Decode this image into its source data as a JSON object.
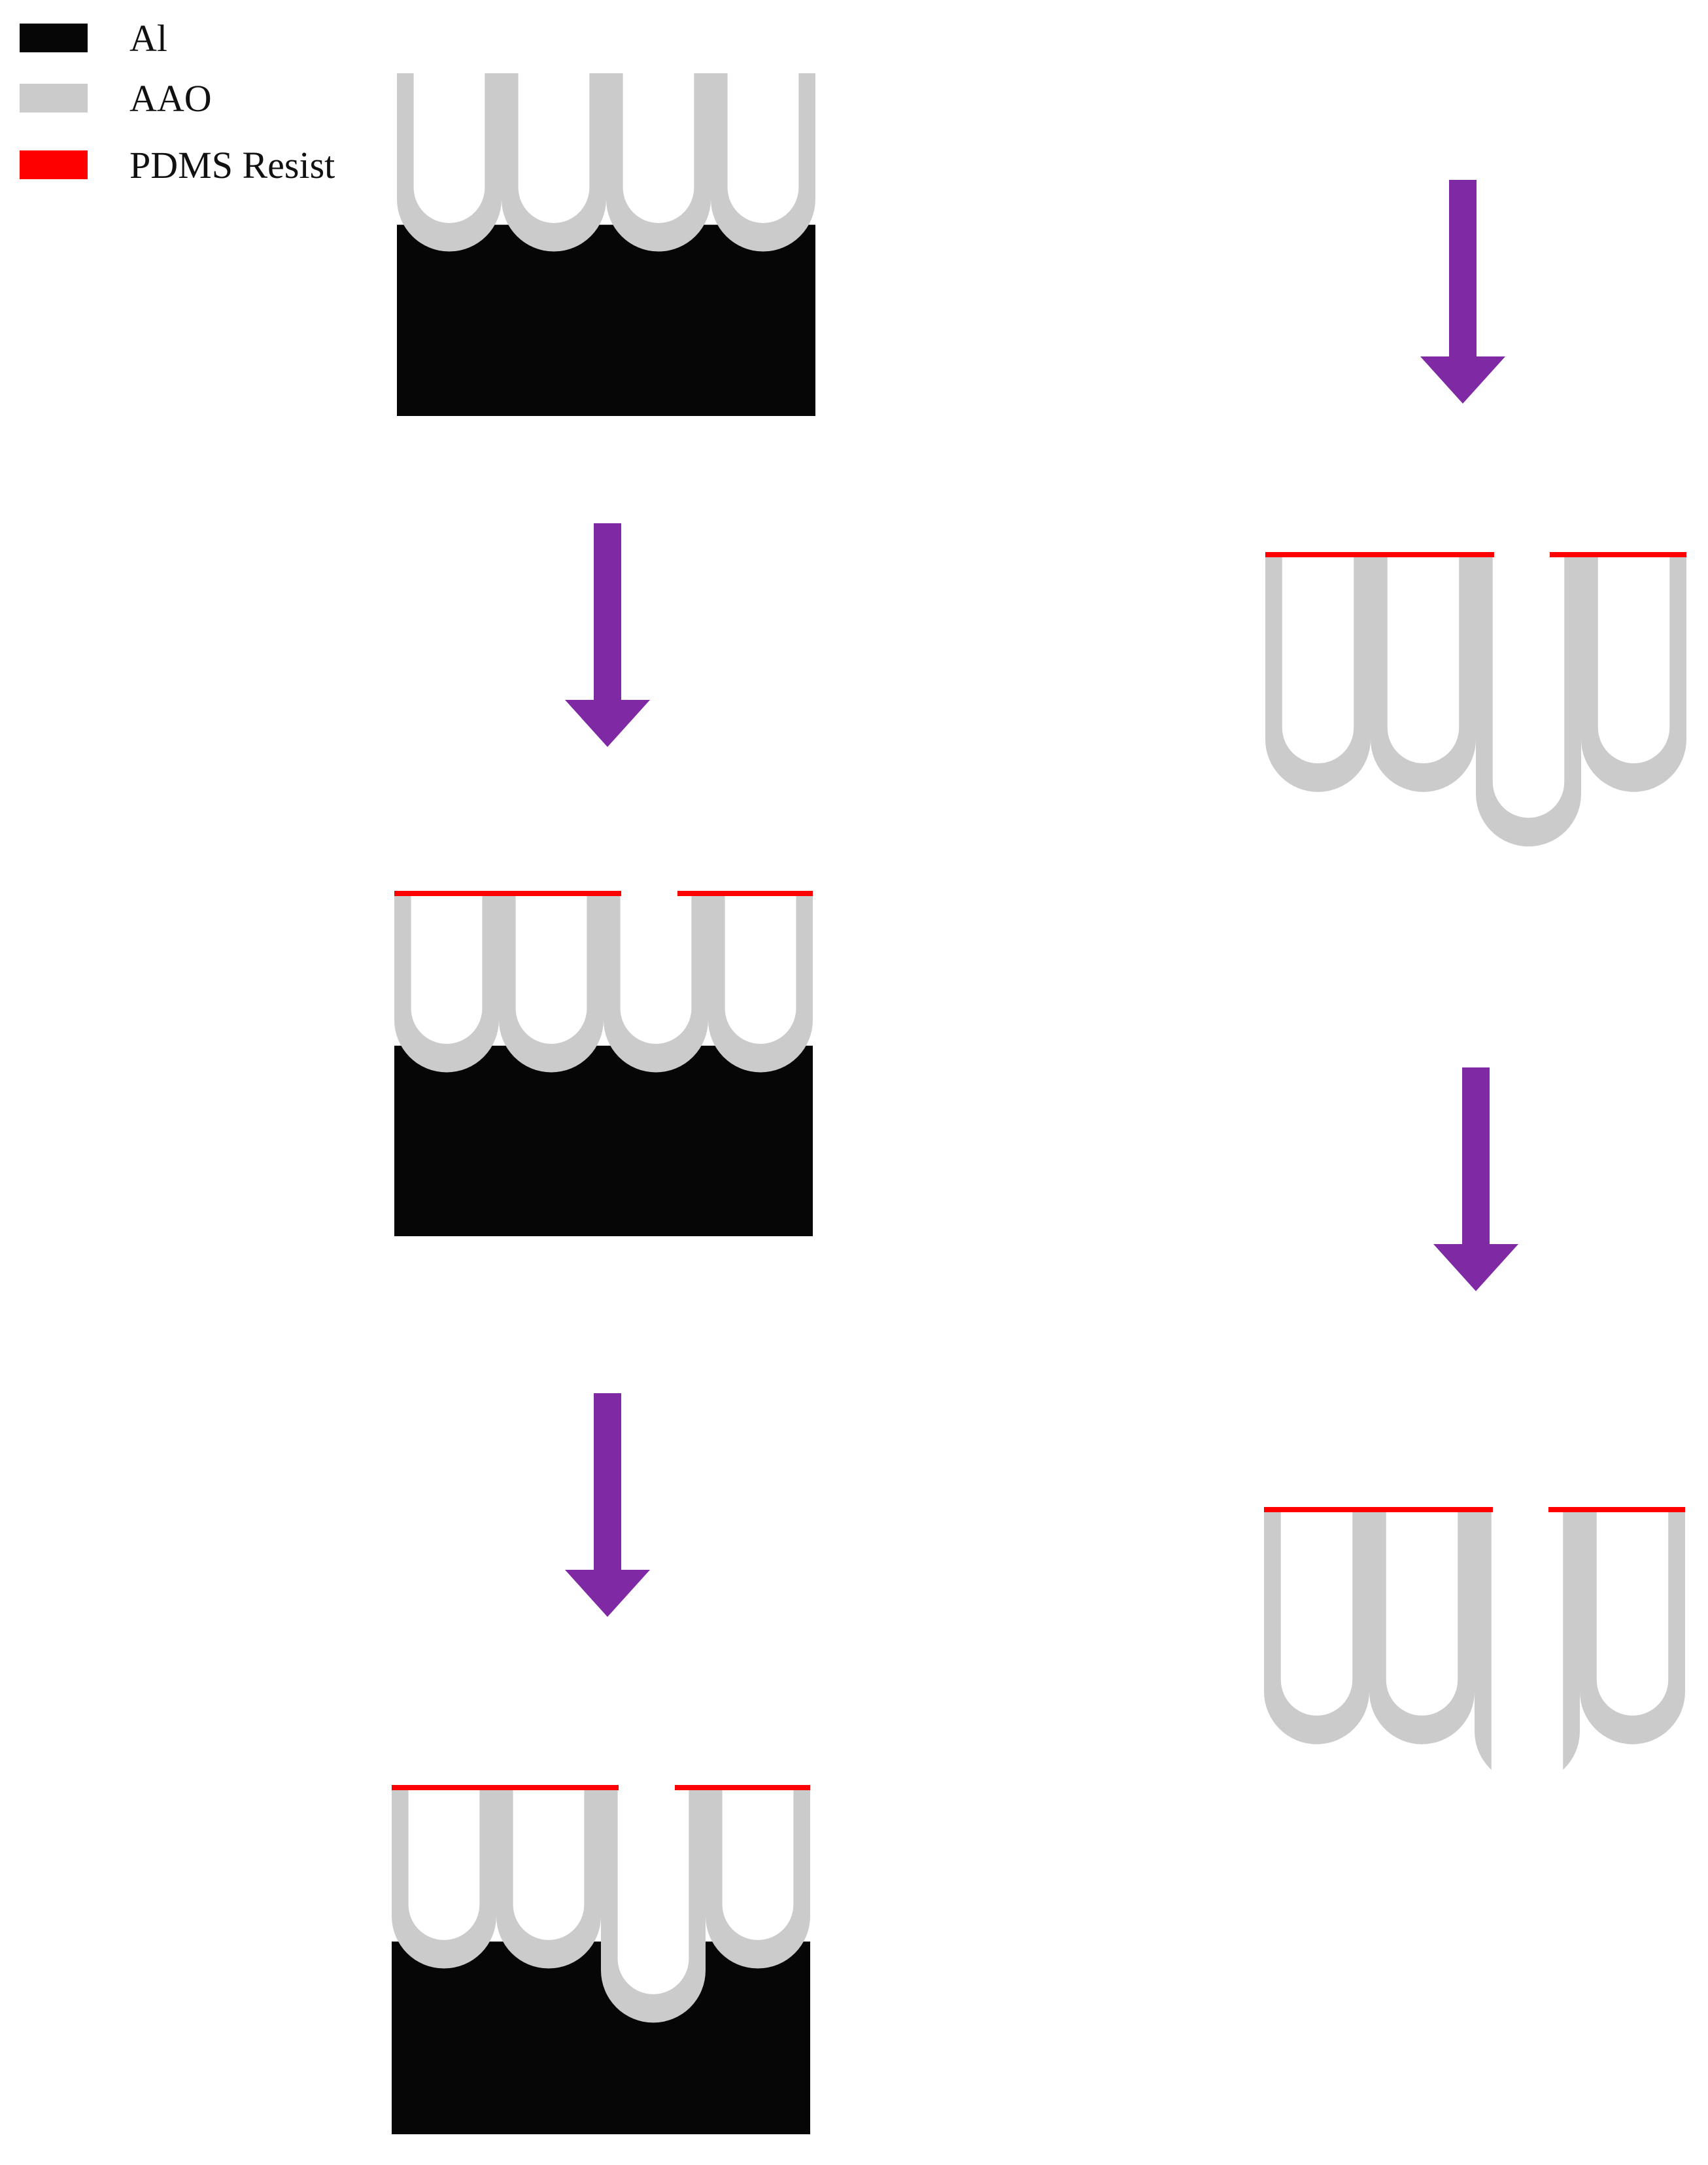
{
  "legend": {
    "items": [
      {
        "label": "Al",
        "color": "#060606"
      },
      {
        "label": "AAO",
        "color": "#cbcbcb"
      },
      {
        "label": "PDMS Resist",
        "color": "#ff0000"
      }
    ]
  },
  "colors": {
    "aluminum": "#060606",
    "aao": "#cbcbcb",
    "resist": "#ff0000",
    "arrow": "#7f2aa4",
    "background": "#ffffff"
  },
  "steps": [
    {
      "id": "step-1",
      "has_aluminum": true,
      "has_resist": false,
      "opened_pore": "none"
    },
    {
      "id": "step-2",
      "has_aluminum": true,
      "has_resist": true,
      "opened_pore": "none"
    },
    {
      "id": "step-3",
      "has_aluminum": true,
      "has_resist": true,
      "opened_pore": "extended"
    },
    {
      "id": "step-4",
      "has_aluminum": false,
      "has_resist": true,
      "opened_pore": "extended"
    },
    {
      "id": "step-5",
      "has_aluminum": false,
      "has_resist": true,
      "opened_pore": "through"
    }
  ],
  "arrows": [
    {
      "from": "step-1",
      "to": "step-2"
    },
    {
      "from": "step-2",
      "to": "step-3"
    },
    {
      "from": "step-3",
      "to": "step-4"
    },
    {
      "from": "step-4",
      "to": "step-5"
    }
  ]
}
